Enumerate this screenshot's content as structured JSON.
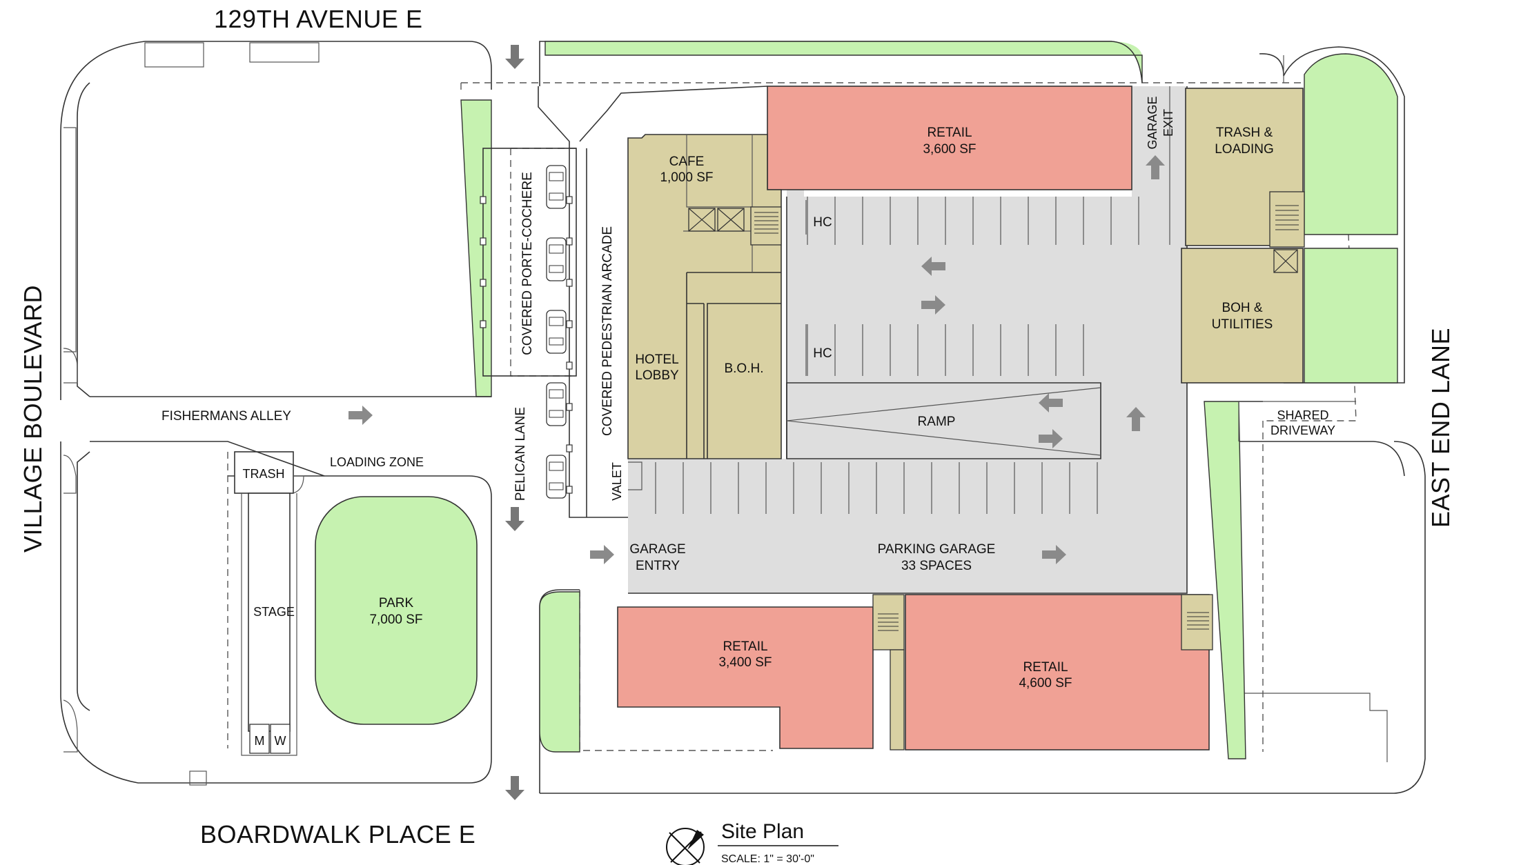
{
  "colors": {
    "retail": "#f0a195",
    "hotel": "#d9d1a3",
    "green": "#c6f2b0",
    "garage": "#dedede",
    "outline": "#333333"
  },
  "streets": {
    "north": "129TH AVENUE E",
    "south": "BOARDWALK PLACE E",
    "west": "VILLAGE BOULEVARD",
    "east": "EAST END LANE",
    "alley": "FISHERMANS ALLEY",
    "pelican": "PELICAN LANE"
  },
  "spaces": {
    "retail_north": [
      "RETAIL",
      "3,600 SF"
    ],
    "retail_sw": [
      "RETAIL",
      "3,400 SF"
    ],
    "retail_se": [
      "RETAIL",
      "4,600 SF"
    ],
    "cafe": [
      "CAFE",
      "1,000 SF"
    ],
    "hotel_lobby": [
      "HOTEL",
      "LOBBY"
    ],
    "boh": "B.O.H.",
    "trash_loading": [
      "TRASH &",
      "LOADING"
    ],
    "boh_utilities": [
      "BOH &",
      "UTILITIES"
    ],
    "parking_garage": [
      "PARKING GARAGE",
      "33 SPACES"
    ],
    "ramp": "RAMP",
    "garage_entry": [
      "GARAGE",
      "ENTRY"
    ],
    "garage_exit": [
      "GARAGE",
      "EXIT"
    ],
    "hc_1": "HC",
    "hc_2": "HC",
    "valet": "VALET",
    "porte_cochere": "COVERED PORTE-COCHERE",
    "arcade": "COVERED PEDESTRIAN ARCADE",
    "shared_driveway": [
      "SHARED",
      "DRIVEWAY"
    ],
    "loading_zone": "LOADING ZONE",
    "trash": "TRASH",
    "stage": "STAGE",
    "park": [
      "PARK",
      "7,000 SF"
    ],
    "restroom_m": "M",
    "restroom_w": "W"
  },
  "title": {
    "name": "Site Plan",
    "scale": "SCALE: 1\" = 30'-0\"",
    "north_arrow_icon": "north-arrow-icon"
  }
}
